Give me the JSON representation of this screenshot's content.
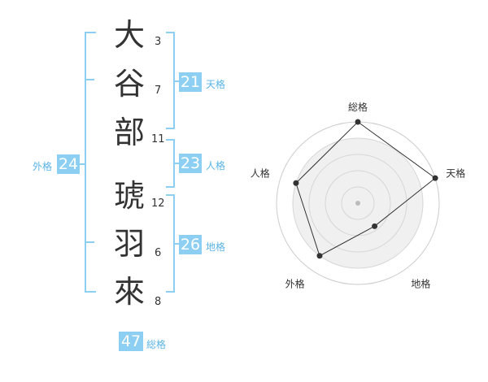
{
  "name_characters": [
    {
      "char": "大",
      "strokes": "3"
    },
    {
      "char": "谷",
      "strokes": "7"
    },
    {
      "char": "部",
      "strokes": "11"
    },
    {
      "char": "琥",
      "strokes": "12"
    },
    {
      "char": "羽",
      "strokes": "6"
    },
    {
      "char": "來",
      "strokes": "8"
    }
  ],
  "fortunes": {
    "tenkaku": {
      "value": "21",
      "label": "天格"
    },
    "jinkaku": {
      "value": "23",
      "label": "人格"
    },
    "chikaku": {
      "value": "26",
      "label": "地格"
    },
    "gaikaku": {
      "value": "24",
      "label": "外格"
    },
    "soukaku": {
      "value": "47",
      "label": "総格"
    }
  },
  "colors": {
    "accent": "#8ccff2",
    "accent_text": "#5ab4e6",
    "bracket": "#8ccff2",
    "text": "#333333"
  },
  "chart_data": {
    "type": "radar",
    "axes": [
      "総格",
      "天格",
      "地格",
      "外格",
      "人格"
    ],
    "values": [
      1.0,
      1.0,
      0.35,
      0.8,
      0.8
    ],
    "max": 1.0,
    "rings": 5
  }
}
